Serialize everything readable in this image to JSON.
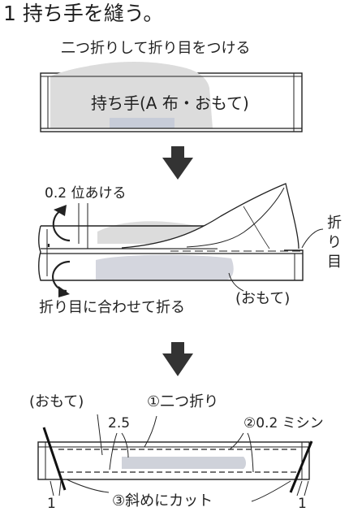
{
  "title": "1 持ち手を縫う。",
  "step1": {
    "instruction": "二つ折りして折り目をつける",
    "strip_label": "持ち手(A 布・おもて)"
  },
  "step2": {
    "gap_label": "0.2 位あける",
    "fold_line_label_chars": [
      "折",
      "り",
      "目"
    ],
    "face_label": "(おもて)",
    "instruction": "折り目に合わせて折る"
  },
  "step3": {
    "face_label": "(おもて)",
    "fold_label": "①二つ折り",
    "margin_label": "2.5",
    "stitch_label": "②0.2 ミシン",
    "cut_label": "③斜めにカット",
    "left_measure": "1",
    "right_measure": "1"
  }
}
